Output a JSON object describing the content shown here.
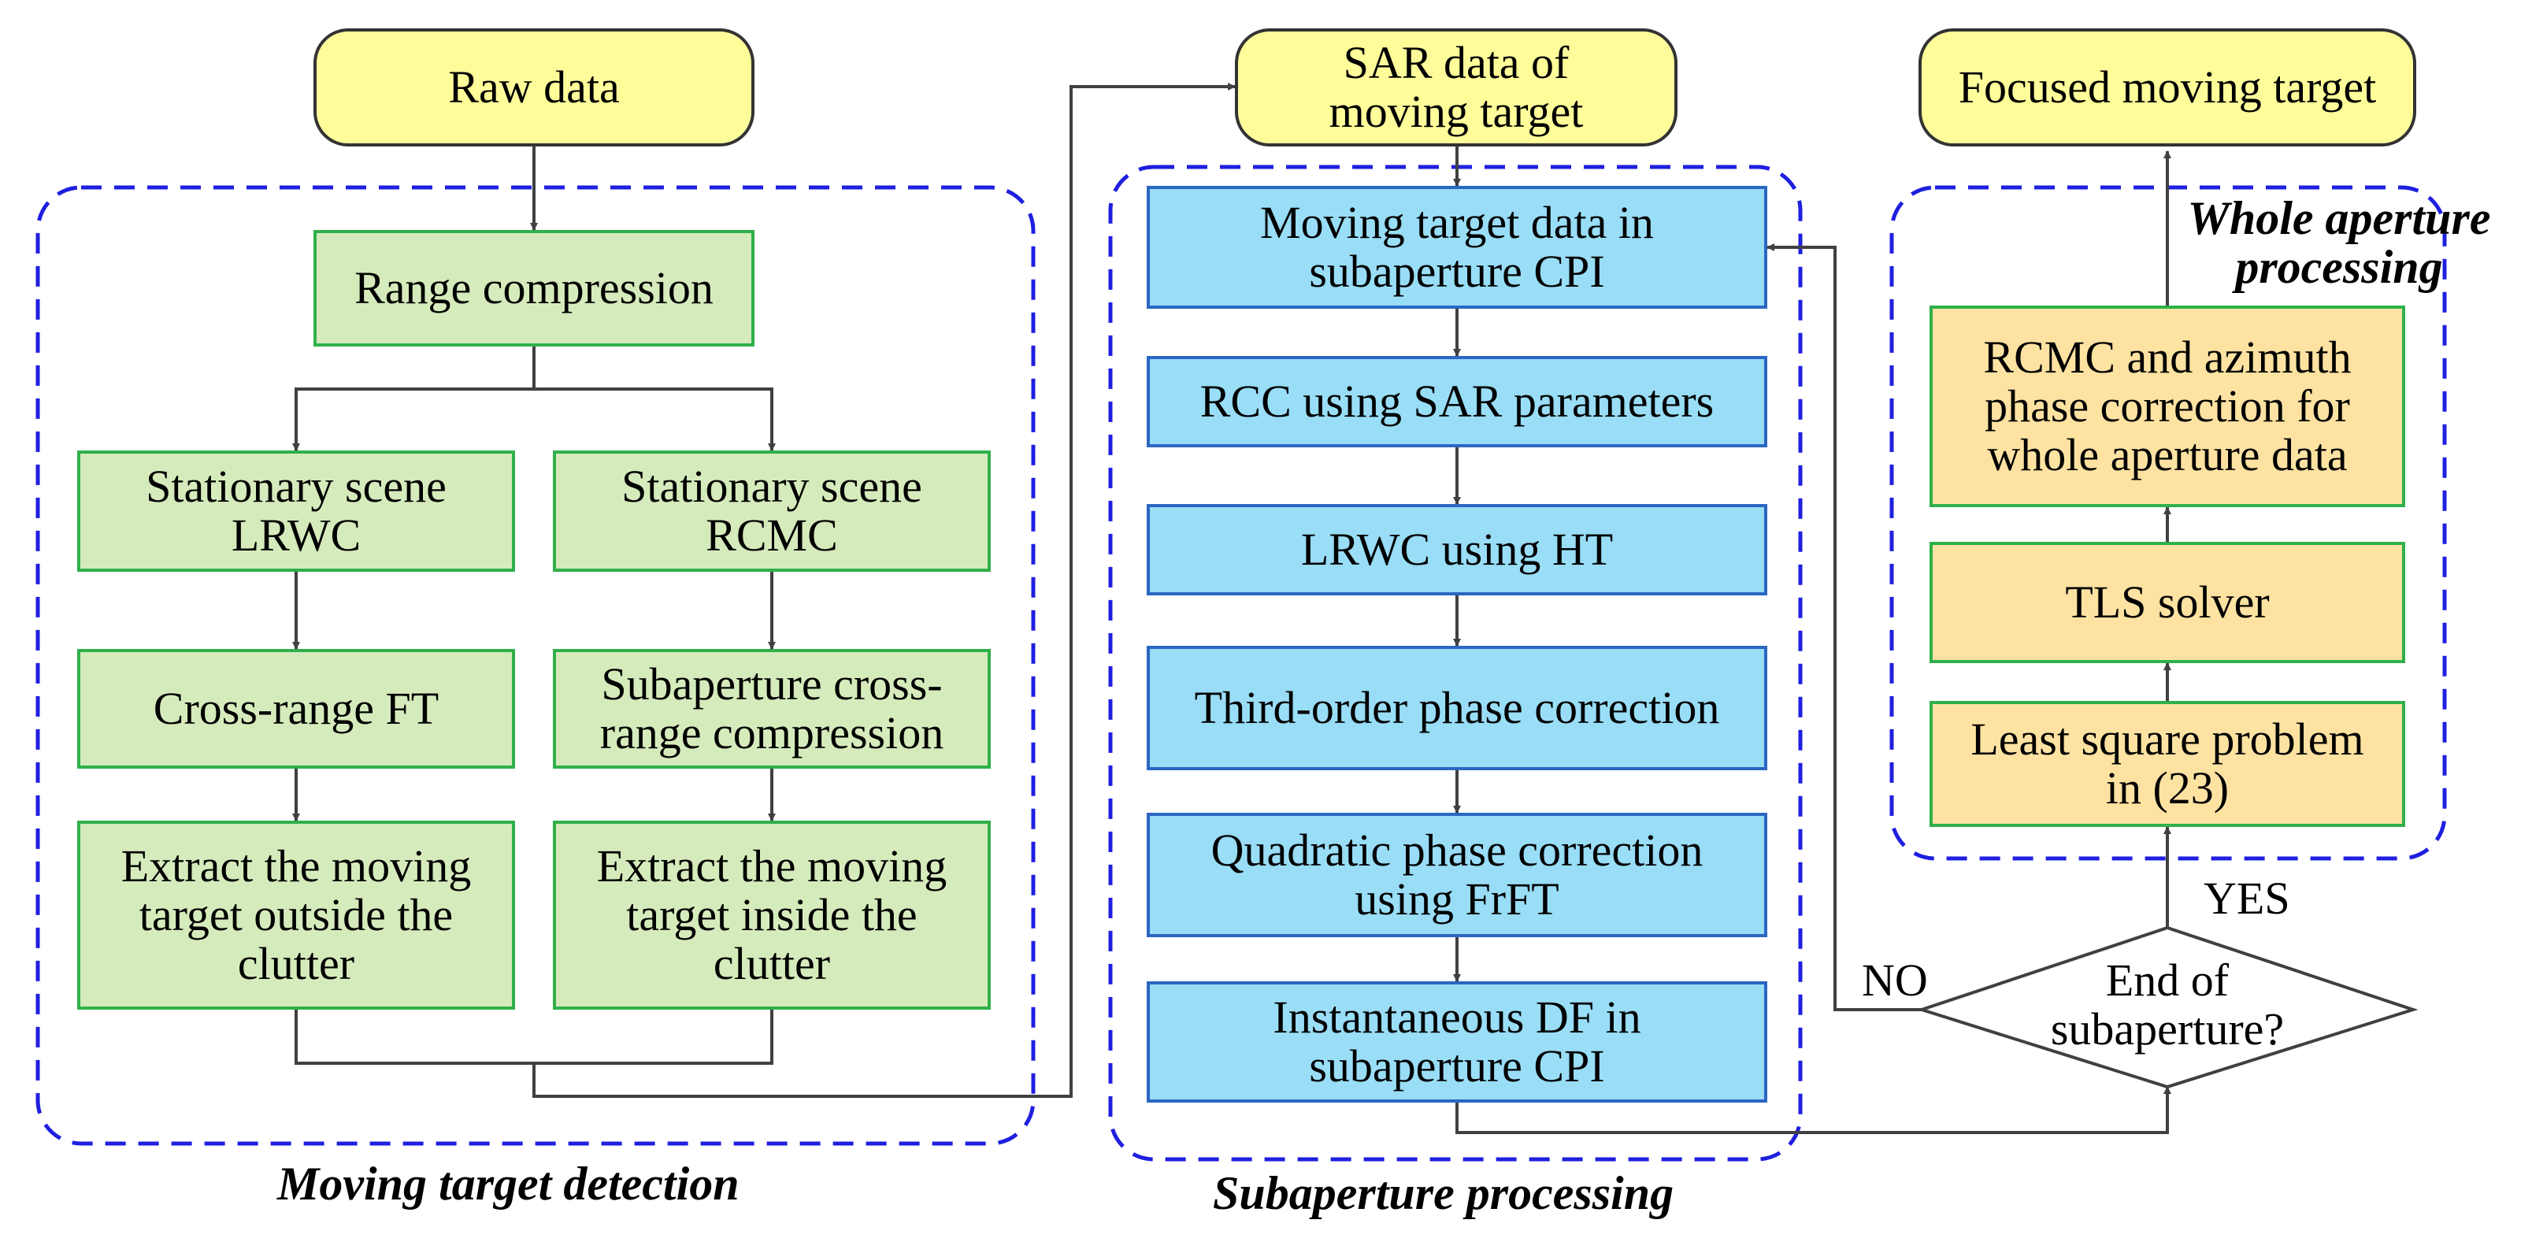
{
  "nodes": {
    "raw_data": "Raw data",
    "range_compression": "Range compression",
    "stationary_lrwc": "Stationary scene\nLRWC",
    "stationary_rcmc": "Stationary scene\nRCMC",
    "cross_range_ft": "Cross-range FT",
    "subaperture_cross_range": "Subaperture cross-\nrange compression",
    "extract_outside": "Extract the moving\ntarget outside the\nclutter",
    "extract_inside": "Extract the moving\ntarget inside the\nclutter",
    "sar_data": "SAR data of\nmoving target",
    "moving_target_data": "Moving target data in\nsubaperture CPI",
    "rcc_sar": "RCC using SAR parameters",
    "lrwc_ht": "LRWC using HT",
    "third_order": "Third-order phase correction",
    "quadratic": "Quadratic phase correction\nusing FrFT",
    "instantaneous_df": "Instantaneous DF in\nsubaperture CPI",
    "focused": "Focused moving target",
    "rcmc_azimuth": "RCMC and azimuth\nphase correction for\nwhole aperture data",
    "tls_solver": "TLS solver",
    "least_square": "Least square problem\nin (23)",
    "decision": "End of\nsubaperture?"
  },
  "edge_labels": {
    "yes": "YES",
    "no": "NO"
  },
  "sections": {
    "moving_target_detection": "Moving target detection",
    "subaperture_processing": "Subaperture processing",
    "whole_aperture_processing": "Whole aperture\nprocessing"
  },
  "colors": {
    "green_fill": "#d6ebbc",
    "blue_fill": "#99ddf6",
    "orange_fill": "#fde2a2",
    "yellow_fill": "#fffd9a",
    "dashed_border": "#1f1fe0"
  }
}
